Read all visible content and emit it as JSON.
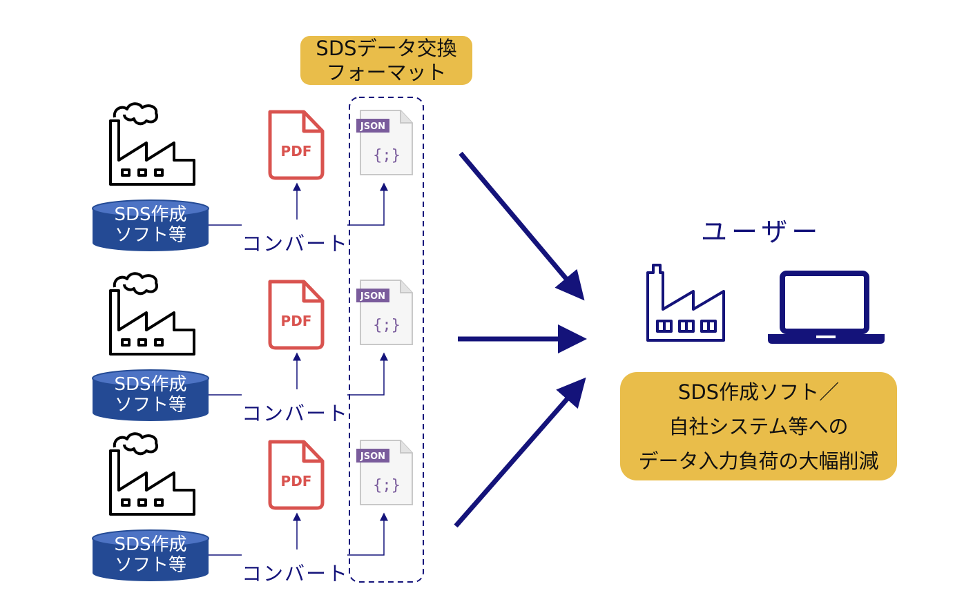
{
  "format_label": [
    "SDSデータ交換",
    "フォーマット"
  ],
  "sources": [
    {
      "db_label": [
        "SDS作成",
        "ソフト等"
      ],
      "converter": "コンバート",
      "pdf": "PDF",
      "json": "JSON",
      "json_glyph": "{;}"
    },
    {
      "db_label": [
        "SDS作成",
        "ソフト等"
      ],
      "converter": "コンバート",
      "pdf": "PDF",
      "json": "JSON",
      "json_glyph": "{;}"
    },
    {
      "db_label": [
        "SDS作成",
        "ソフト等"
      ],
      "converter": "コンバート",
      "pdf": "PDF",
      "json": "JSON",
      "json_glyph": "{;}"
    }
  ],
  "user_label": "ユーザー",
  "benefit_label": [
    "SDS作成ソフト／",
    "自社システム等への",
    "データ入力負荷の大幅削減"
  ],
  "colors": {
    "navy": "#14137a",
    "callout": "#e9bd4a",
    "db_blue": "#244a94",
    "pdf_red": "#d9534f",
    "json_purple": "#7a5c9c"
  }
}
